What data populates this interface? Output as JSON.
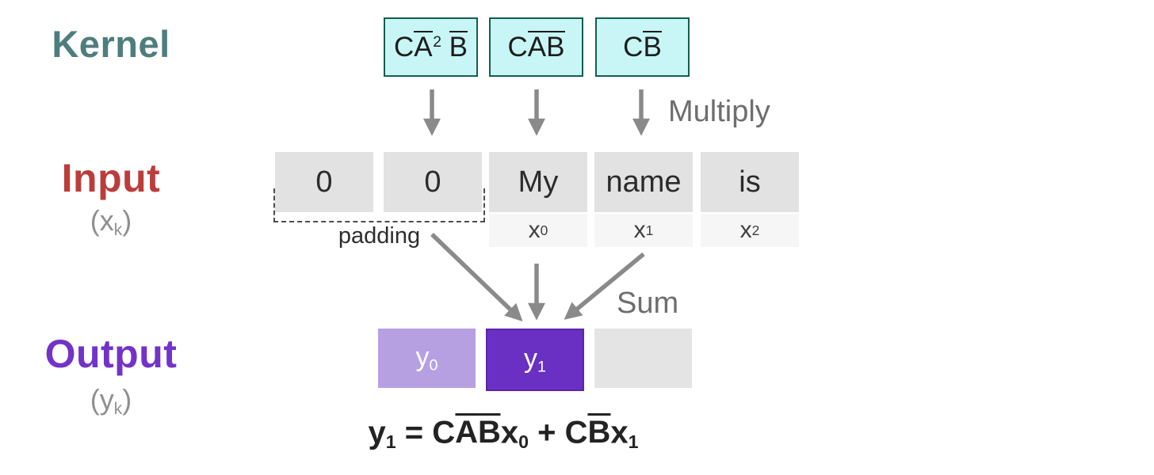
{
  "colors": {
    "kernel_box_fill": "#c8f6f7",
    "kernel_box_border": "#155e4e",
    "kernel_label": "#4e7d7d",
    "input_label": "#bb3d3b",
    "output_label": "#7233c9",
    "input_cell_fill": "#e2e2e2",
    "x_label_cell_fill": "#f6f6f6",
    "y0_fill": "#b7a0e2",
    "y1_fill": "#6930c3",
    "empty_output_fill": "#e4e4e4",
    "arrow_gray": "#8a8a8a",
    "muted_label": "#6e6e6e"
  },
  "kernel": {
    "label": "Kernel",
    "boxes": [
      {
        "segments": [
          {
            "t": "C"
          },
          {
            "t": "A",
            "s": "bar"
          },
          {
            "t": "2",
            "s": "sup"
          },
          {
            "t": " "
          },
          {
            "t": "B",
            "s": "bar"
          }
        ]
      },
      {
        "segments": [
          {
            "t": "C"
          },
          {
            "t": "A",
            "s": "bar"
          },
          {
            "t": "B",
            "s": "bar"
          }
        ]
      },
      {
        "segments": [
          {
            "t": "C"
          },
          {
            "t": "B",
            "s": "bar"
          }
        ]
      }
    ]
  },
  "multiply_label": "Multiply",
  "sum_label": "Sum",
  "input": {
    "label": "Input",
    "subscript_label": [
      {
        "t": "(x"
      },
      {
        "t": "k",
        "s": "sub"
      },
      {
        "t": ")"
      }
    ],
    "cells": [
      "0",
      "0",
      "My",
      "name",
      "is"
    ],
    "padding_label": "padding",
    "x_labels": [
      [
        {
          "t": "x"
        },
        {
          "t": "0",
          "s": "sub"
        }
      ],
      [
        {
          "t": "x"
        },
        {
          "t": "1",
          "s": "sub"
        }
      ],
      [
        {
          "t": "x"
        },
        {
          "t": "2",
          "s": "sub"
        }
      ]
    ]
  },
  "output": {
    "label": "Output",
    "subscript_label": [
      {
        "t": "(y"
      },
      {
        "t": "k",
        "s": "sub"
      },
      {
        "t": ")"
      }
    ],
    "cells": [
      [
        {
          "t": "y"
        },
        {
          "t": "0",
          "s": "sub"
        }
      ],
      [
        {
          "t": "y"
        },
        {
          "t": "1",
          "s": "sub"
        }
      ]
    ]
  },
  "formula": [
    {
      "t": "y"
    },
    {
      "t": "1",
      "s": "sub"
    },
    {
      "t": " = "
    },
    {
      "t": "C"
    },
    {
      "t": "A",
      "s": "bar"
    },
    {
      "t": "B",
      "s": "bar"
    },
    {
      "t": "x"
    },
    {
      "t": "0",
      "s": "sub"
    },
    {
      "t": " + "
    },
    {
      "t": "C"
    },
    {
      "t": "B",
      "s": "bar"
    },
    {
      "t": "x"
    },
    {
      "t": "1",
      "s": "sub"
    }
  ]
}
